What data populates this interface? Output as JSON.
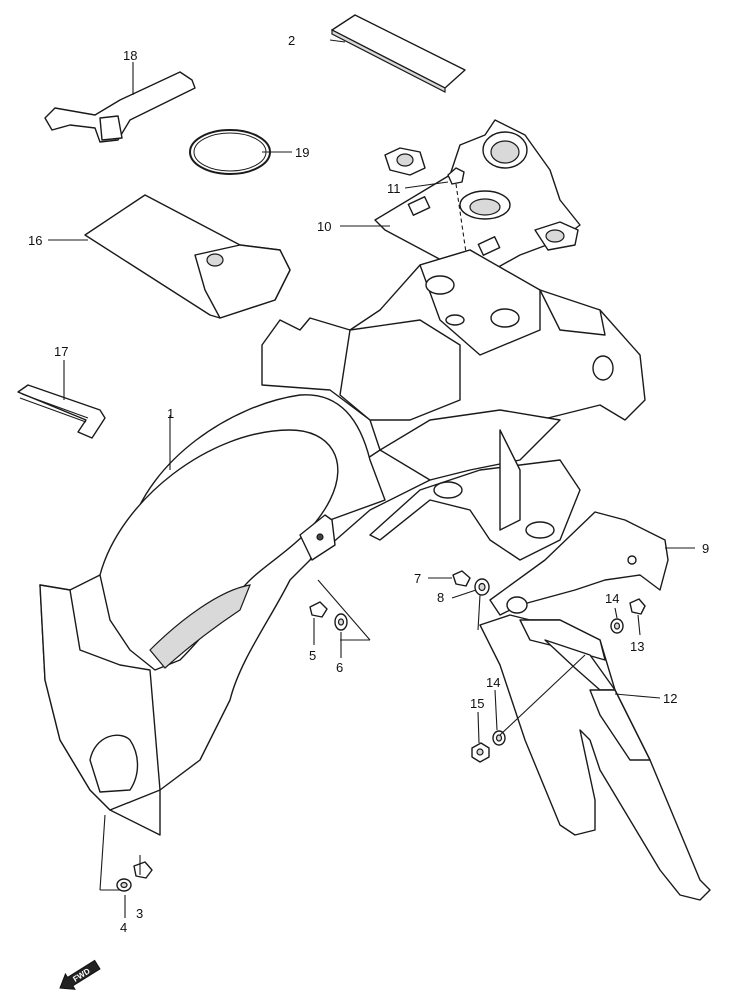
{
  "callouts": {
    "p1": "1",
    "p2": "2",
    "p3": "3",
    "p4": "4",
    "p5": "5",
    "p6": "6",
    "p7": "7",
    "p8": "8",
    "p9": "9",
    "p10": "10",
    "p11": "11",
    "p12": "12",
    "p13": "13",
    "p14a": "14",
    "p14b": "14",
    "p15": "15",
    "p16": "16",
    "p17": "17",
    "p18": "18",
    "p19": "19"
  },
  "direction": {
    "label": "FWD"
  }
}
